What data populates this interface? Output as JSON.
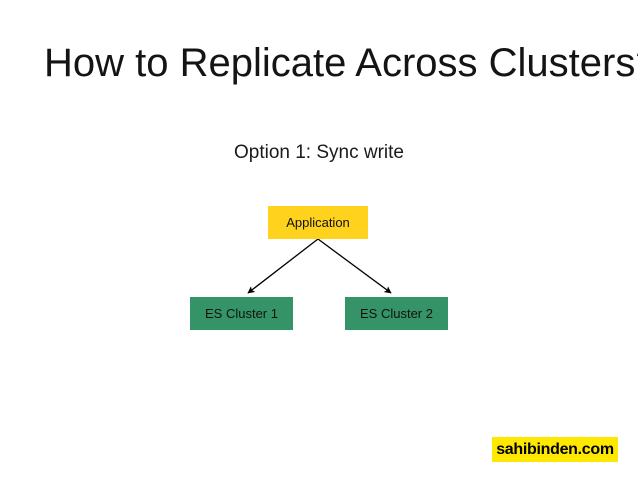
{
  "slide": {
    "title": "How to Replicate Across Clusters?",
    "subtitle": "Option 1: Sync write",
    "background_color": "#ffffff"
  },
  "diagram": {
    "nodes": [
      {
        "id": "application",
        "label": "Application",
        "color": "#ffd21e",
        "text_color": "#111111"
      },
      {
        "id": "cluster1",
        "label": "ES Cluster 1",
        "color": "#349467",
        "text_color": "#111111"
      },
      {
        "id": "cluster2",
        "label": "ES Cluster 2",
        "color": "#349467",
        "text_color": "#111111"
      }
    ],
    "edges": [
      {
        "from": "application",
        "to": "cluster1",
        "arrow": "solid-head",
        "color": "#000000"
      },
      {
        "from": "application",
        "to": "cluster2",
        "arrow": "solid-head",
        "color": "#000000"
      }
    ]
  },
  "branding": {
    "logo_text": "sahibinden.com",
    "logo_background": "#ffe800",
    "logo_text_color": "#000000"
  }
}
